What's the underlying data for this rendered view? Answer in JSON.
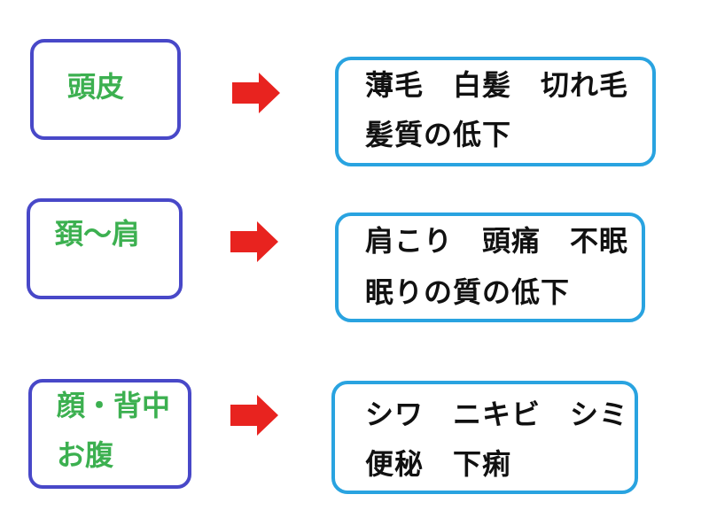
{
  "colors": {
    "left_border": "#4848c8",
    "right_border": "#29a3e0",
    "left_text": "#3cb050",
    "right_text": "#111111",
    "arrow": "#e8231f"
  },
  "rows": [
    {
      "area": [
        "頭皮"
      ],
      "effects": [
        "薄毛　白髪　切れ毛",
        "髪質の低下"
      ],
      "arrow_icon": "right-arrow-icon"
    },
    {
      "area": [
        "頚～肩"
      ],
      "effects": [
        "肩こり　頭痛　不眠",
        "眠りの質の低下"
      ],
      "arrow_icon": "right-arrow-icon"
    },
    {
      "area": [
        "顔・背中",
        "お腹"
      ],
      "effects": [
        "シワ　ニキビ　シミ",
        "便秘　下痢"
      ],
      "arrow_icon": "right-arrow-icon"
    }
  ]
}
